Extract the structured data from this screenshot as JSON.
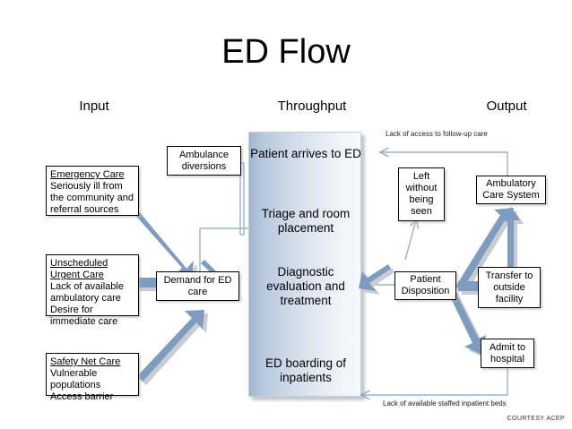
{
  "title": "ED Flow",
  "columns": {
    "input": "Input",
    "throughput": "Throughput",
    "output": "Output"
  },
  "throughput_stages": [
    "Patient arrives to ED",
    "Triage and room placement",
    "Diagnostic evaluation and treatment",
    "ED boarding of inpatients"
  ],
  "input_boxes": [
    {
      "heading": "Emergency Care",
      "lines": [
        "Seriously ill from",
        "the community and",
        "referral sources"
      ]
    },
    {
      "heading": "Unscheduled Urgent Care",
      "lines": [
        "Lack of available",
        "ambulatory care",
        "Desire for",
        "immediate care"
      ]
    },
    {
      "heading": "Safety Net Care",
      "lines": [
        "Vulnerable",
        "populations",
        "Access barrier"
      ]
    }
  ],
  "middle_boxes": [
    {
      "label": "Ambulance diversions"
    },
    {
      "label": "Demand for ED care"
    }
  ],
  "output_boxes": [
    {
      "label": "Left without being seen"
    },
    {
      "label": "Ambulatory Care System"
    },
    {
      "label": "Patient Disposition"
    },
    {
      "label": "Transfer to outside facility"
    },
    {
      "label": "Admit to hospital"
    }
  ],
  "annotations": {
    "top_note": "Lack of access to follow-up care",
    "bottom_note": "Lack of available staffed inpatient beds",
    "courtesy": "COURTESY ACEP"
  },
  "colors": {
    "arrow_blue": "#7e9bc0",
    "arrow_shadow": "#c9ccd1",
    "panel_blue": "#9fb6d1",
    "wire_blue": "#8ba4c2"
  }
}
